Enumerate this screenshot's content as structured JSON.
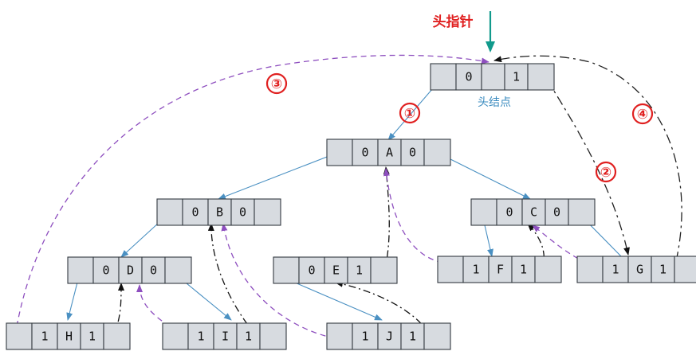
{
  "head_pointer_label": "头指针",
  "head_node_caption": "头结点",
  "head_node_cells": [
    "",
    "0",
    "",
    "1",
    ""
  ],
  "steps": [
    "①",
    "②",
    "③",
    "④"
  ],
  "nodes": [
    {
      "id": "A",
      "cells": [
        "",
        "0",
        "A",
        "0",
        ""
      ]
    },
    {
      "id": "B",
      "cells": [
        "",
        "0",
        "B",
        "0",
        ""
      ]
    },
    {
      "id": "C",
      "cells": [
        "",
        "0",
        "C",
        "0",
        ""
      ]
    },
    {
      "id": "D",
      "cells": [
        "",
        "0",
        "D",
        "0",
        ""
      ]
    },
    {
      "id": "E",
      "cells": [
        "",
        "0",
        "E",
        "1",
        ""
      ]
    },
    {
      "id": "F",
      "cells": [
        "",
        "1",
        "F",
        "1",
        ""
      ]
    },
    {
      "id": "G",
      "cells": [
        "",
        "1",
        "G",
        "1",
        ""
      ]
    },
    {
      "id": "H",
      "cells": [
        "",
        "1",
        "H",
        "1",
        ""
      ]
    },
    {
      "id": "I",
      "cells": [
        "",
        "1",
        "I",
        "1",
        ""
      ]
    },
    {
      "id": "J",
      "cells": [
        "",
        "1",
        "J",
        "1",
        ""
      ]
    }
  ],
  "colors": {
    "cell_fill": "#d7dbe0",
    "tree_edge": "#4a90c2",
    "purple_thread": "#8e4fbf",
    "head_arrow": "#119a8c",
    "label_red": "#e02020"
  }
}
